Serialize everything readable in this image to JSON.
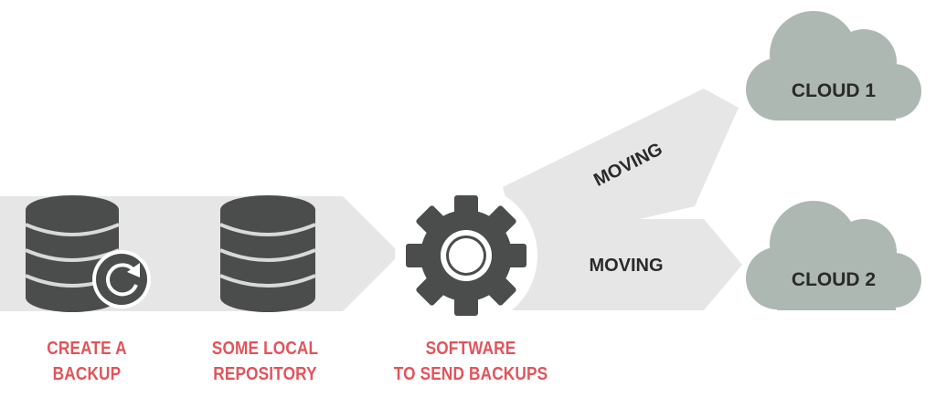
{
  "steps": {
    "create_backup": "CREATE A BACKUP",
    "local_repo_line1": "SOME LOCAL",
    "local_repo_line2": "REPOSITORY",
    "software_line1": "SOFTWARE",
    "software_line2": "TO SEND BACKUPS"
  },
  "arrows": {
    "upper_label": "MOVING",
    "lower_label": "MOVING"
  },
  "destinations": {
    "cloud1": "CLOUD 1",
    "cloud2": "CLOUD 2"
  },
  "colors": {
    "label_red": "#e2535a",
    "arrow_gray": "#e6e6e6",
    "icon_dark": "#4a4d4c",
    "cloud_gray": "#aeb8b2"
  },
  "icons": [
    "database-icon",
    "refresh-icon",
    "database-icon",
    "gear-icon",
    "cloud-icon",
    "cloud-icon"
  ]
}
